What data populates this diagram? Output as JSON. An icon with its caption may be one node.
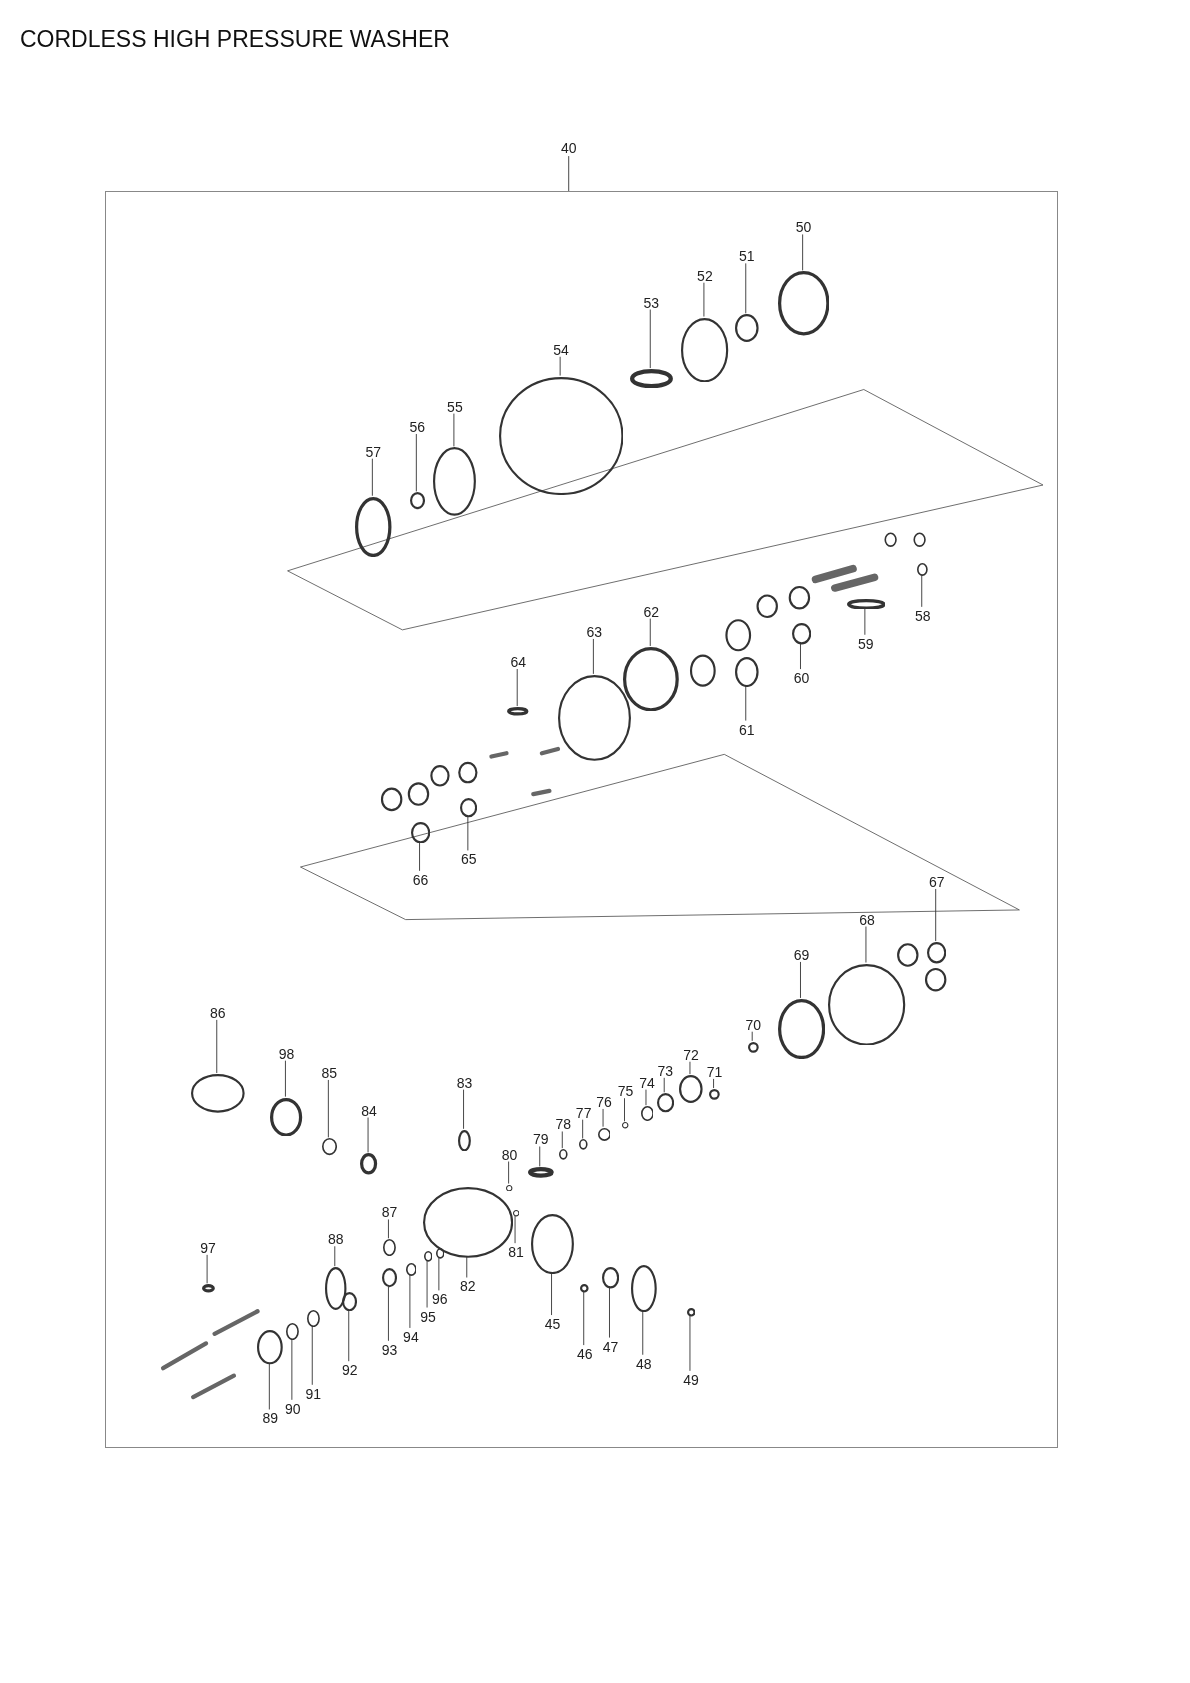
{
  "diagram": {
    "title": "CORDLESS HIGH PRESSURE WASHER",
    "nodes": [
      {
        "text": [
          "40"
        ]
      },
      {
        "text": [],
        "shape": "box"
      },
      {
        "text": [
          "50"
        ],
        "in": 1
      },
      {
        "text": [
          "51"
        ],
        "in": 1
      },
      {
        "text": [
          "52"
        ],
        "in": 1
      },
      {
        "text": [
          "53"
        ],
        "in": 1
      },
      {
        "text": [
          "54"
        ],
        "in": 1
      },
      {
        "text": [
          "55"
        ],
        "in": 1
      },
      {
        "text": [
          "56"
        ],
        "in": 1
      },
      {
        "text": [
          "57"
        ],
        "in": 1
      },
      {
        "text": [
          "58"
        ],
        "in": 1
      },
      {
        "text": [
          "59"
        ],
        "in": 1
      },
      {
        "text": [
          "60"
        ],
        "in": 1
      },
      {
        "text": [
          "61"
        ],
        "in": 1
      },
      {
        "text": [
          "62"
        ],
        "in": 1
      },
      {
        "text": [
          "63"
        ],
        "in": 1
      },
      {
        "text": [
          "64"
        ],
        "in": 1
      },
      {
        "text": [
          "65"
        ],
        "in": 1
      },
      {
        "text": [
          "66"
        ],
        "in": 1
      },
      {
        "text": [
          "67"
        ],
        "in": 1
      },
      {
        "text": [
          "68"
        ],
        "in": 1
      },
      {
        "text": [
          "69"
        ],
        "in": 1
      },
      {
        "text": [
          "70"
        ],
        "in": 1
      },
      {
        "text": [
          "71"
        ],
        "in": 1
      },
      {
        "text": [
          "72"
        ],
        "in": 1
      },
      {
        "text": [
          "73"
        ],
        "in": 1
      },
      {
        "text": [
          "74"
        ],
        "in": 1
      },
      {
        "text": [
          "75"
        ],
        "in": 1
      },
      {
        "text": [
          "76"
        ],
        "in": 1
      },
      {
        "text": [
          "77"
        ],
        "in": 1
      },
      {
        "text": [
          "78"
        ],
        "in": 1
      },
      {
        "text": [
          "79"
        ],
        "in": 1
      },
      {
        "text": [
          "80"
        ],
        "in": 1
      },
      {
        "text": [
          "81"
        ],
        "in": 1
      },
      {
        "text": [
          "82"
        ],
        "in": 1
      },
      {
        "text": [
          "83"
        ],
        "in": 1
      },
      {
        "text": [
          "84"
        ],
        "in": 1
      },
      {
        "text": [
          "85"
        ],
        "in": 1
      },
      {
        "text": [
          "86"
        ],
        "in": 1
      },
      {
        "text": [
          "87"
        ],
        "in": 1
      },
      {
        "text": [
          "88"
        ],
        "in": 1
      },
      {
        "text": [
          "89"
        ],
        "in": 1
      },
      {
        "text": [
          "90"
        ],
        "in": 1
      },
      {
        "text": [
          "91"
        ],
        "in": 1
      },
      {
        "text": [
          "92"
        ],
        "in": 1
      },
      {
        "text": [
          "93"
        ],
        "in": 1
      },
      {
        "text": [
          "94"
        ],
        "in": 1
      },
      {
        "text": [
          "95"
        ],
        "in": 1
      },
      {
        "text": [
          "96"
        ],
        "in": 1
      },
      {
        "text": [
          "97"
        ],
        "in": 1
      },
      {
        "text": [
          "98"
        ],
        "in": 1
      },
      {
        "text": [
          "45"
        ],
        "in": 1
      },
      {
        "text": [
          "46"
        ],
        "in": 1
      },
      {
        "text": [
          "47"
        ],
        "in": 1
      },
      {
        "text": [
          "48"
        ],
        "in": 1
      },
      {
        "text": [
          "49"
        ],
        "in": 1
      },
      {
        "text": [],
        "shape": "circle",
        "in": 1
      },
      {
        "text": [],
        "shape": "circle",
        "in": 1
      },
      {
        "text": [],
        "shape": "circle",
        "in": 1
      },
      {
        "text": [],
        "shape": "circle",
        "in": 1
      },
      {
        "text": [],
        "shape": "circle",
        "in": 1
      },
      {
        "text": [],
        "shape": "circle",
        "in": 1
      },
      {
        "text": [],
        "shape": "circle",
        "in": 1
      },
      {
        "text": [],
        "shape": "circle",
        "in": 1
      },
      {
        "text": [],
        "shape": "circle",
        "in": 1
      },
      {
        "text": [],
        "shape": "circle",
        "in": 1
      },
      {
        "text": [],
        "shape": "circle",
        "in": 1
      },
      {
        "text": [],
        "shape": "circle",
        "in": 1
      },
      {
        "text": [],
        "shape": "circle",
        "in": 1
      },
      {
        "text": [],
        "shape": "circle",
        "in": 1
      },
      {
        "text": [],
        "shape": "circle",
        "in": 1
      },
      {
        "text": [],
        "shape": "circle",
        "in": 1
      },
      {
        "text": [],
        "shape": "circle",
        "in": 1
      },
      {
        "text": [],
        "shape": "circle",
        "in": 1
      },
      {
        "text": [],
        "shape": "circle",
        "in": 1
      },
      {
        "text": [],
        "shape": "circle",
        "in": 1
      },
      {
        "text": [],
        "shape": "circle",
        "in": 1
      },
      {
        "text": [],
        "shape": "circle",
        "in": 1
      },
      {
        "text": [],
        "shape": "circle",
        "in": 1
      },
      {
        "text": [],
        "shape": "circle",
        "in": 1
      },
      {
        "text": [],
        "shape": "circle",
        "in": 1
      },
      {
        "text": [],
        "shape": "circle",
        "in": 1
      },
      {
        "text": [],
        "shape": "circle",
        "in": 1
      },
      {
        "text": [],
        "shape": "circle",
        "in": 1
      },
      {
        "text": [],
        "shape": "circle",
        "in": 1
      },
      {
        "text": [],
        "shape": "circle",
        "in": 1
      },
      {
        "text": [],
        "shape": "circle",
        "in": 1
      },
      {
        "text": [],
        "shape": "circle",
        "in": 1
      },
      {
        "text": [],
        "shape": "circle",
        "in": 1
      },
      {
        "text": [],
        "shape": "circle",
        "in": 1
      },
      {
        "text": [],
        "shape": "circle",
        "in": 1
      },
      {
        "text": [],
        "shape": "circle",
        "in": 1
      },
      {
        "text": [],
        "shape": "circle",
        "in": 1
      },
      {
        "text": [],
        "shape": "circle",
        "in": 1
      },
      {
        "text": [],
        "shape": "circle",
        "in": 1
      },
      {
        "text": [],
        "shape": "circle",
        "in": 1
      },
      {
        "text": [],
        "shape": "circle",
        "in": 1
      },
      {
        "text": [],
        "shape": "circle",
        "in": 1
      },
      {
        "text": [],
        "shape": "circle",
        "in": 1
      },
      {
        "text": [],
        "shape": "circle",
        "in": 1
      },
      {
        "text": [],
        "shape": "circle",
        "in": 1
      },
      {
        "text": [],
        "shape": "circle",
        "in": 1
      },
      {
        "text": [],
        "shape": "circle",
        "in": 1
      },
      {
        "text": [],
        "shape": "circle",
        "in": 1
      },
      {
        "text": [],
        "shape": "circle",
        "in": 1
      },
      {
        "text": [],
        "shape": "circle",
        "in": 1
      },
      {
        "text": [],
        "shape": "circle",
        "in": 1
      },
      {
        "text": [],
        "shape": "circle",
        "in": 1
      },
      {
        "text": [],
        "shape": "circle",
        "in": 1
      },
      {
        "text": [],
        "shape": "circle",
        "in": 1
      }
    ],
    "edges": [
      {
        "from": 0,
        "to": 1,
        "arrow": "none"
      },
      {
        "from": 2,
        "to": 56,
        "arrow": "none"
      },
      {
        "from": 3,
        "to": 57,
        "arrow": "none"
      },
      {
        "from": 4,
        "to": 58,
        "arrow": "none"
      },
      {
        "from": 5,
        "to": 59,
        "arrow": "none"
      },
      {
        "from": 6,
        "to": 60,
        "arrow": "none"
      },
      {
        "from": 7,
        "to": 61,
        "arrow": "none"
      },
      {
        "from": 8,
        "to": 62,
        "arrow": "none"
      },
      {
        "from": 9,
        "to": 63,
        "arrow": "none"
      },
      {
        "from": 10,
        "to": 64,
        "arrow": "none"
      },
      {
        "from": 11,
        "to": 65,
        "arrow": "none"
      },
      {
        "from": 12,
        "to": 66,
        "arrow": "none"
      },
      {
        "from": 13,
        "to": 67,
        "arrow": "none"
      },
      {
        "from": 14,
        "to": 68,
        "arrow": "none"
      },
      {
        "from": 15,
        "to": 69,
        "arrow": "none"
      },
      {
        "from": 16,
        "to": 70,
        "arrow": "none"
      },
      {
        "from": 17,
        "to": 71,
        "arrow": "none"
      },
      {
        "from": 18,
        "to": 72,
        "arrow": "none"
      },
      {
        "from": 19,
        "to": 73,
        "arrow": "none"
      },
      {
        "from": 20,
        "to": 74,
        "arrow": "none"
      },
      {
        "from": 21,
        "to": 75,
        "arrow": "none"
      },
      {
        "from": 22,
        "to": 76,
        "arrow": "none"
      },
      {
        "from": 23,
        "to": 77,
        "arrow": "none"
      },
      {
        "from": 24,
        "to": 78,
        "arrow": "none"
      },
      {
        "from": 25,
        "to": 79,
        "arrow": "none"
      },
      {
        "from": 26,
        "to": 80,
        "arrow": "none"
      },
      {
        "from": 27,
        "to": 81,
        "arrow": "none"
      },
      {
        "from": 28,
        "to": 82,
        "arrow": "none"
      },
      {
        "from": 29,
        "to": 83,
        "arrow": "none"
      },
      {
        "from": 30,
        "to": 84,
        "arrow": "none"
      },
      {
        "from": 31,
        "to": 85,
        "arrow": "none"
      },
      {
        "from": 32,
        "to": 86,
        "arrow": "none"
      },
      {
        "from": 33,
        "to": 87,
        "arrow": "none"
      },
      {
        "from": 34,
        "to": 88,
        "arrow": "none"
      },
      {
        "from": 35,
        "to": 89,
        "arrow": "none"
      },
      {
        "from": 36,
        "to": 90,
        "arrow": "none"
      },
      {
        "from": 37,
        "to": 91,
        "arrow": "none"
      },
      {
        "from": 38,
        "to": 92,
        "arrow": "none"
      },
      {
        "from": 39,
        "to": 93,
        "arrow": "none"
      },
      {
        "from": 40,
        "to": 94,
        "arrow": "none"
      },
      {
        "from": 41,
        "to": 95,
        "arrow": "none"
      },
      {
        "from": 42,
        "to": 96,
        "arrow": "none"
      },
      {
        "from": 43,
        "to": 97,
        "arrow": "none"
      },
      {
        "from": 44,
        "to": 98,
        "arrow": "none"
      },
      {
        "from": 45,
        "to": 99,
        "arrow": "none"
      },
      {
        "from": 46,
        "to": 100,
        "arrow": "none"
      },
      {
        "from": 47,
        "to": 101,
        "arrow": "none"
      },
      {
        "from": 48,
        "to": 102,
        "arrow": "none"
      },
      {
        "from": 49,
        "to": 103,
        "arrow": "none"
      },
      {
        "from": 50,
        "to": 104,
        "arrow": "none"
      },
      {
        "from": 51,
        "to": 105,
        "arrow": "none"
      },
      {
        "from": 52,
        "to": 106,
        "arrow": "none"
      },
      {
        "from": 53,
        "to": 107,
        "arrow": "none"
      },
      {
        "from": 54,
        "to": 108,
        "arrow": "none"
      },
      {
        "from": 55,
        "to": 109,
        "arrow": "none"
      }
    ]
  }
}
